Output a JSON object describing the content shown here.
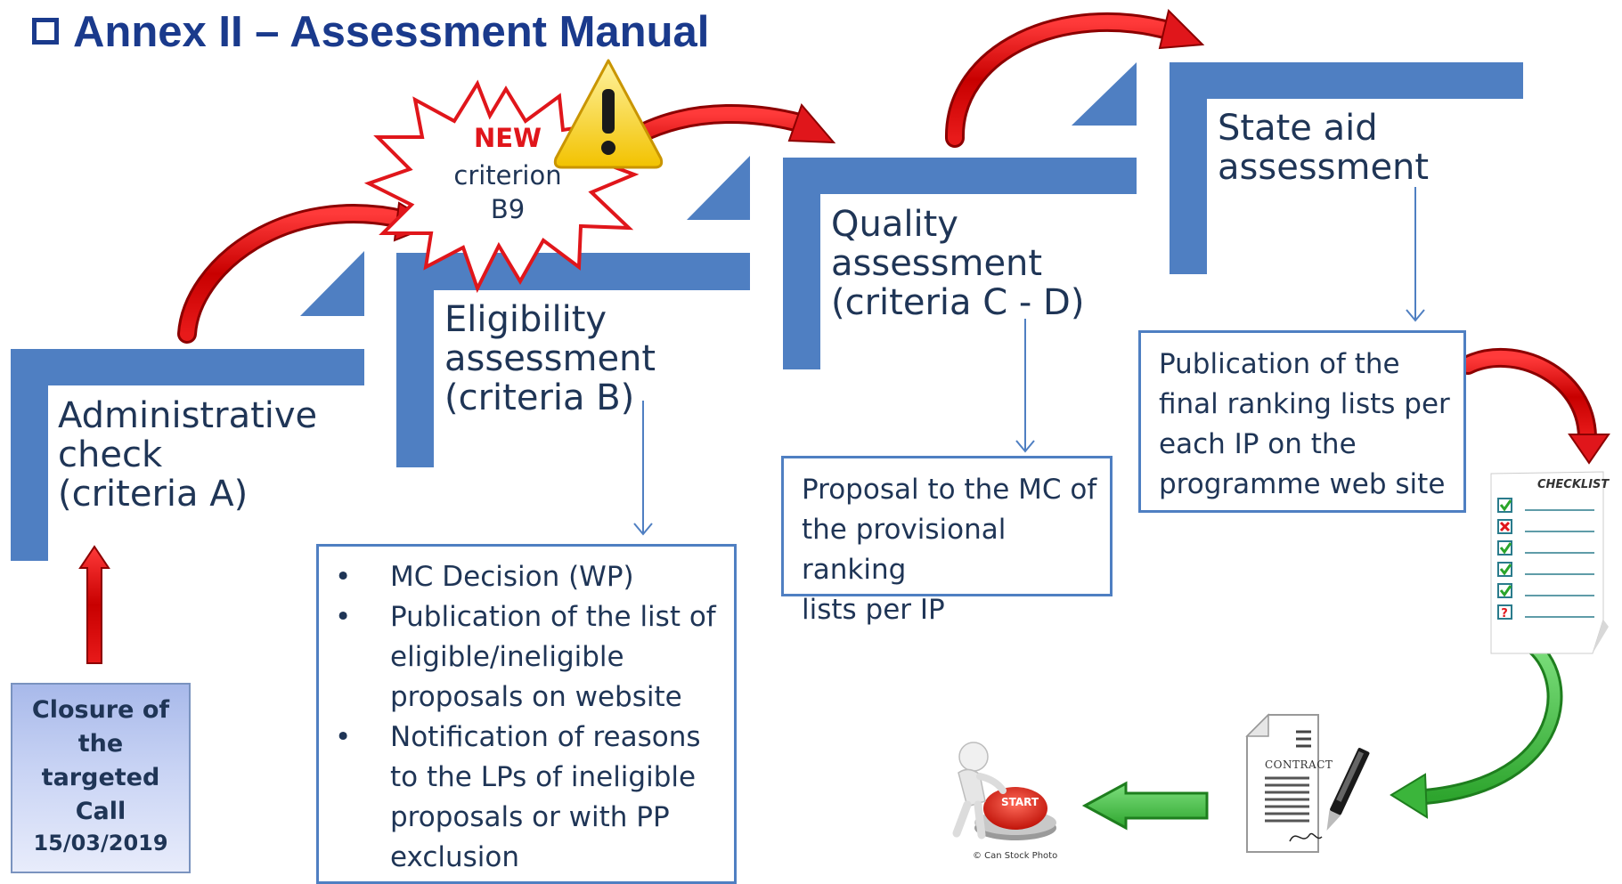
{
  "title": {
    "prefix": "Annex II",
    "rest": " – Assessment Manual"
  },
  "steps": [
    {
      "label": "Administrative\ncheck\n(criteria A)"
    },
    {
      "label": "Eligibility\nassessment\n(criteria B)"
    },
    {
      "label": "Quality\nassessment\n(criteria C - D)"
    },
    {
      "label": "State aid\nassessment"
    }
  ],
  "new_criterion": {
    "new_label": "NEW",
    "criterion_label": "criterion\nB9"
  },
  "closure": {
    "text": "Closure of\nthe\ntargeted\nCall",
    "date": "15/03/2019"
  },
  "eligibility_box": {
    "items": [
      "MC Decision (WP)",
      "Publication of the list of eligible/ineligible proposals on website",
      "Notification of reasons to the LPs of ineligible proposals or with PP exclusion"
    ]
  },
  "quality_box": {
    "text": "Proposal to the MC of\nthe provisional ranking\nlists per IP"
  },
  "state_aid_box": {
    "text": "Publication of the\nfinal ranking lists per\neach IP on the\nprogramme web site"
  },
  "checklist": {
    "title": "CHECKLIST"
  },
  "contract": {
    "title": "CONTRACT"
  },
  "start": {
    "label": "START",
    "credit": "© Can Stock Photo"
  },
  "colors": {
    "step_blue": "#4f7fc2",
    "arrow_red": "#e0161b",
    "arrow_green": "#3bb53b",
    "text_dark": "#1f3556",
    "title_blue": "#1a3a8c"
  }
}
